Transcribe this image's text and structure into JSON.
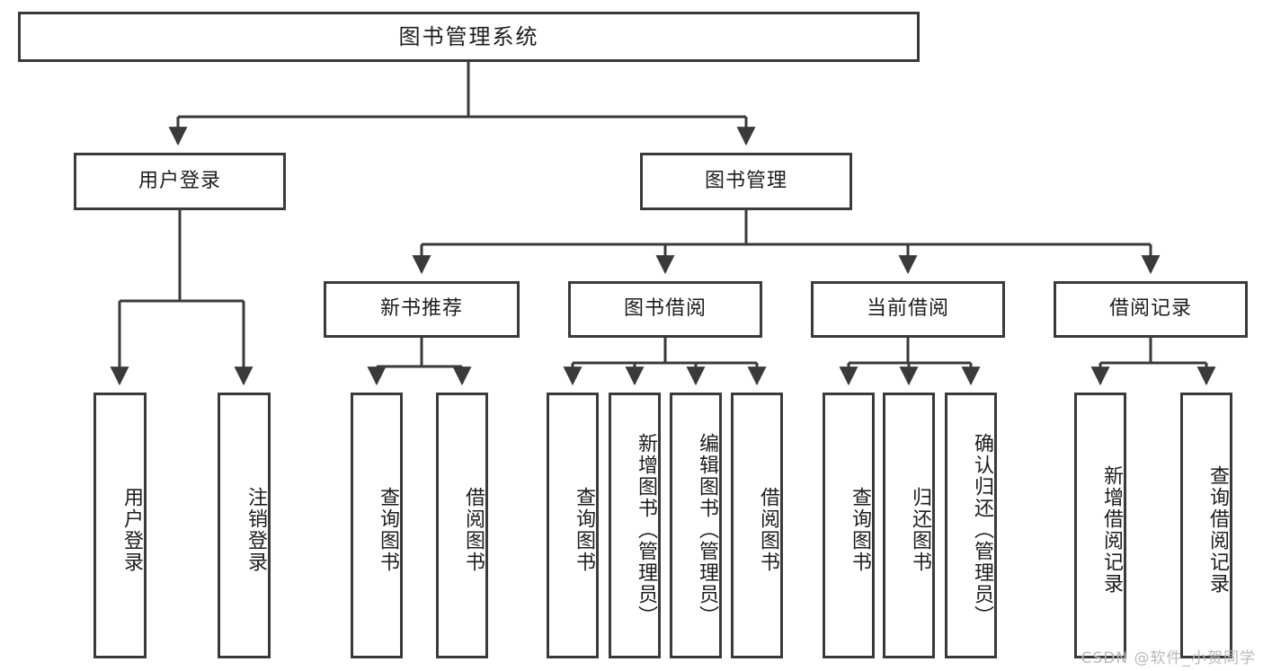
{
  "diagram": {
    "type": "tree",
    "title": "图书管理系统",
    "watermark": "CSDN @软件_小贺同学",
    "colors": {
      "stroke": "#3a3a3a",
      "fill": "#ffffff",
      "text": "#1d1d1d",
      "watermark": "#b9b9b9"
    },
    "root": {
      "label": "图书管理系统"
    },
    "level1": [
      {
        "label": "用户登录"
      },
      {
        "label": "图书管理"
      }
    ],
    "level2": [
      {
        "label": "新书推荐"
      },
      {
        "label": "图书借阅"
      },
      {
        "label": "当前借阅"
      },
      {
        "label": "借阅记录"
      }
    ],
    "leaves": {
      "user_login": [
        {
          "label": "用户登录"
        },
        {
          "label": "注销登录"
        }
      ],
      "new_book_recommend": [
        {
          "label": "查询图书"
        },
        {
          "label": "借阅图书"
        }
      ],
      "book_borrow": [
        {
          "label": "查询图书"
        },
        {
          "label": "新增图书（管理员）"
        },
        {
          "label": "编辑图书（管理员）"
        },
        {
          "label": "借阅图书"
        }
      ],
      "current_borrow": [
        {
          "label": "查询图书"
        },
        {
          "label": "归还图书"
        },
        {
          "label": "确认归还（管理员）"
        }
      ],
      "borrow_record": [
        {
          "label": "新增借阅记录"
        },
        {
          "label": "查询借阅记录"
        }
      ]
    }
  }
}
